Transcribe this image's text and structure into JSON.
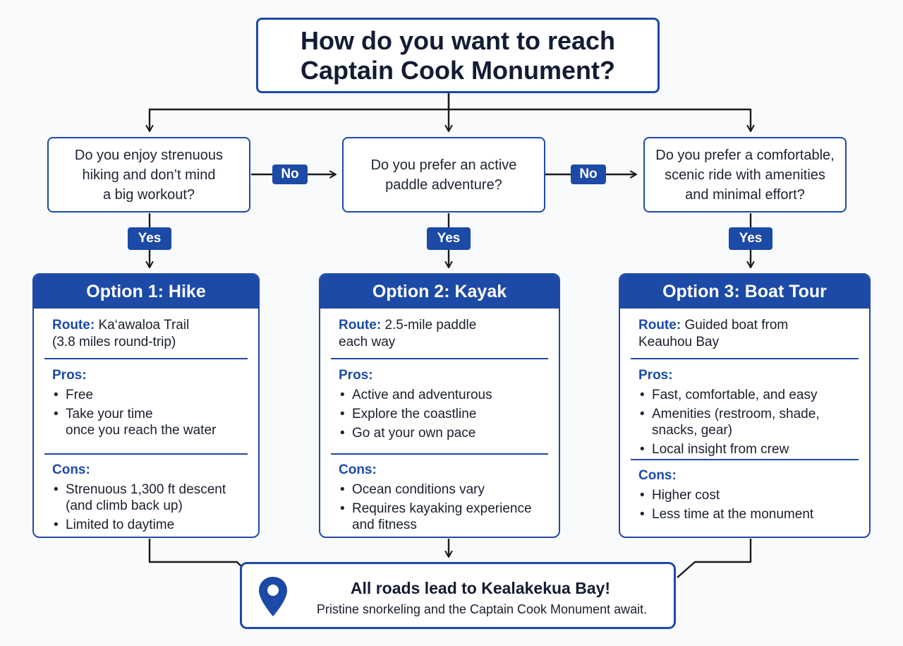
{
  "title": {
    "line1": "How do you want to reach",
    "line2": "Captain Cook Monument?"
  },
  "questions": [
    {
      "line1": "Do you enjoy strenuous",
      "line2": "hiking and don’t mind",
      "line3": "a big workout?"
    },
    {
      "line1": "Do you prefer an active",
      "line2": "paddle adventure?"
    },
    {
      "line1": "Do you prefer a comfortable,",
      "line2": "scenic ride with amenities",
      "line3": "and minimal effort?"
    }
  ],
  "labels": {
    "no": "No",
    "yes": "Yes"
  },
  "options": [
    {
      "header": "Option 1: Hike",
      "route_label": "Route:",
      "route_line1": "Ka‘awaloa Trail",
      "route_line2": "(3.8 miles round-trip)",
      "pros_label": "Pros:",
      "pros": [
        {
          "line1": "Free"
        },
        {
          "line1": "Take your time",
          "line2": "once you reach the water"
        }
      ],
      "cons_label": "Cons:",
      "cons": [
        {
          "line1": "Strenuous 1,300 ft descent",
          "line2": "(and climb back up)"
        },
        {
          "line1": "Limited to daytime"
        }
      ]
    },
    {
      "header": "Option 2: Kayak",
      "route_label": "Route:",
      "route_line1": "2.5-mile paddle",
      "route_line2": "each way",
      "pros_label": "Pros:",
      "pros": [
        {
          "line1": "Active and adventurous"
        },
        {
          "line1": "Explore the coastline"
        },
        {
          "line1": "Go at your own pace"
        }
      ],
      "cons_label": "Cons:",
      "cons": [
        {
          "line1": "Ocean conditions vary"
        },
        {
          "line1": "Requires kayaking experience",
          "line2": "and fitness"
        }
      ]
    },
    {
      "header": "Option 3: Boat Tour",
      "route_label": "Route:",
      "route_line1": "Guided boat from",
      "route_line2": "Keauhou Bay",
      "pros_label": "Pros:",
      "pros": [
        {
          "line1": "Fast, comfortable, and easy"
        },
        {
          "line1": "Amenities (restroom, shade,",
          "line2": "snacks, gear)"
        },
        {
          "line1": "Local insight from crew"
        }
      ],
      "cons_label": "Cons:",
      "cons": [
        {
          "line1": "Higher cost"
        },
        {
          "line1": "Less time at the monument"
        }
      ]
    }
  ],
  "final": {
    "icon": "location-pin-icon",
    "title": "All roads lead to Kealakekua Bay!",
    "subtitle": "Pristine snorkeling and the Captain Cook Monument await."
  },
  "colors": {
    "accent": "#1c4aa6",
    "border": "#1f4aa8",
    "connector": "#1a1a1a",
    "background": "#f9fafc"
  }
}
